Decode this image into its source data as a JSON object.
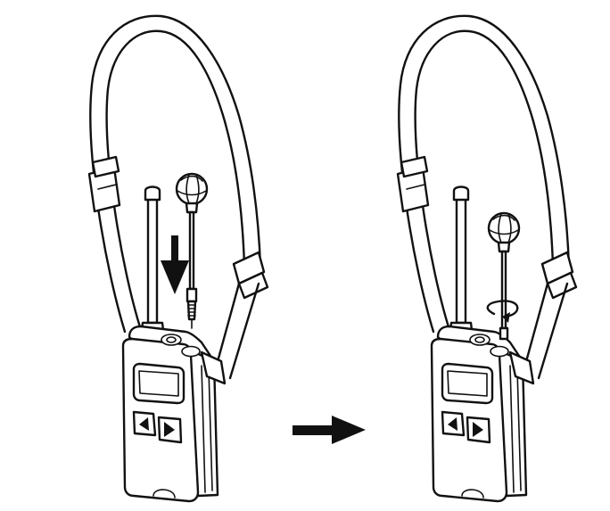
{
  "diagram": {
    "panels": [
      {
        "id": "before",
        "action": "insert-microphone-plug-downward"
      },
      {
        "id": "after",
        "action": "twist-to-lock-microphone"
      }
    ],
    "transition": "right-arrow"
  },
  "colors": {
    "line": "#111111",
    "background": "#ffffff"
  }
}
